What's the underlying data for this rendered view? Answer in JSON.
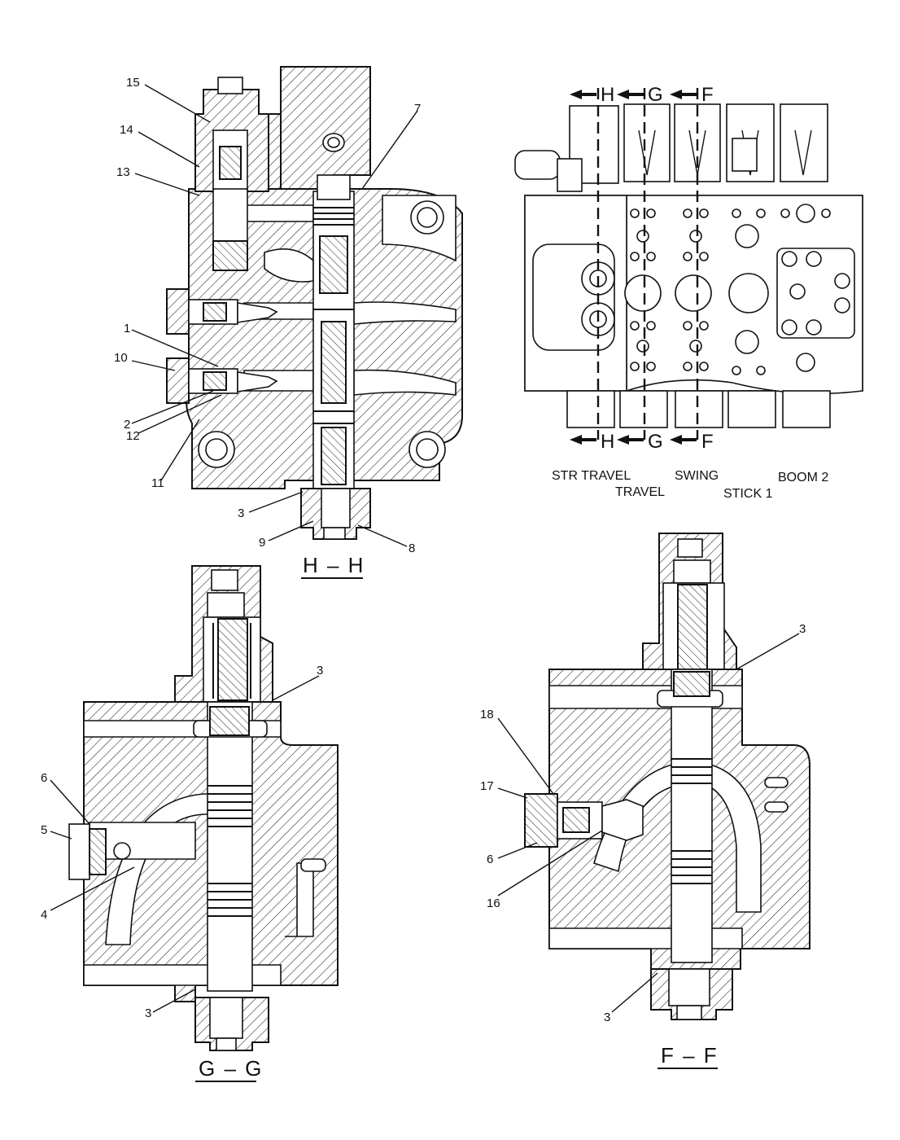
{
  "views": {
    "hh": {
      "label": "H – H"
    },
    "gg": {
      "label": "G – G"
    },
    "ff": {
      "label": "F – F"
    },
    "exterior": {
      "section_letters": {
        "h": "H",
        "g": "G",
        "f": "F"
      },
      "banks": {
        "str_travel": "STR TRAVEL",
        "travel": "TRAVEL",
        "swing": "SWING",
        "stick1": "STICK 1",
        "boom2": "BOOM 2"
      }
    }
  },
  "callouts": {
    "hh": [
      "15",
      "14",
      "13",
      "7",
      "1",
      "10",
      "2",
      "12",
      "11",
      "3",
      "9",
      "8"
    ],
    "gg": [
      "3",
      "6",
      "5",
      "4",
      "3"
    ],
    "ff": [
      "3",
      "18",
      "17",
      "6",
      "16",
      "3"
    ]
  }
}
